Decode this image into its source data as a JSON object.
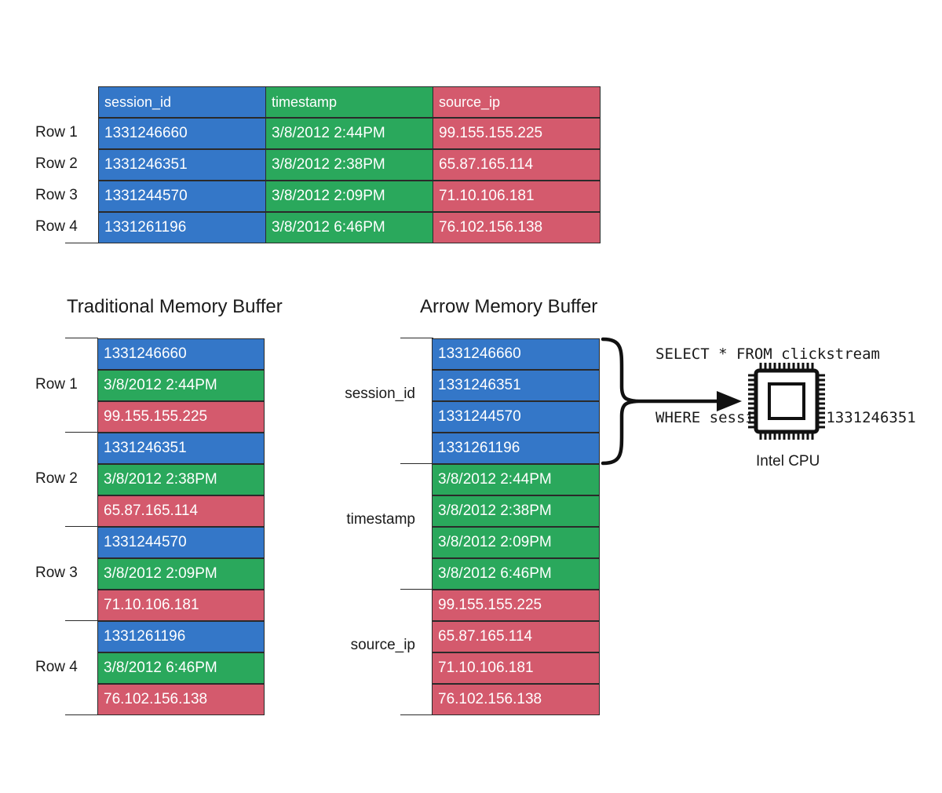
{
  "colors": {
    "session_id": "#3477c8",
    "timestamp": "#2aa85c",
    "source_ip": "#d45a6d",
    "border": "#2a2a2a"
  },
  "table": {
    "columns": [
      "session_id",
      "timestamp",
      "source_ip"
    ],
    "rows": [
      {
        "label": "Row 1",
        "values": [
          "1331246660",
          "3/8/2012 2:44PM",
          "99.155.155.225"
        ]
      },
      {
        "label": "Row 2",
        "values": [
          "1331246351",
          "3/8/2012 2:38PM",
          "65.87.165.114"
        ]
      },
      {
        "label": "Row 3",
        "values": [
          "1331244570",
          "3/8/2012 2:09PM",
          "71.10.106.181"
        ]
      },
      {
        "label": "Row 4",
        "values": [
          "1331261196",
          "3/8/2012 6:46PM",
          "76.102.156.138"
        ]
      }
    ]
  },
  "traditional": {
    "title": "Traditional Memory Buffer"
  },
  "arrow": {
    "title": "Arrow Memory Buffer"
  },
  "query": {
    "line1": "SELECT * FROM clickstream",
    "line2": "WHERE session_id = 1331246351"
  },
  "cpu": {
    "label": "Intel CPU",
    "icon": "cpu-chip-icon"
  }
}
